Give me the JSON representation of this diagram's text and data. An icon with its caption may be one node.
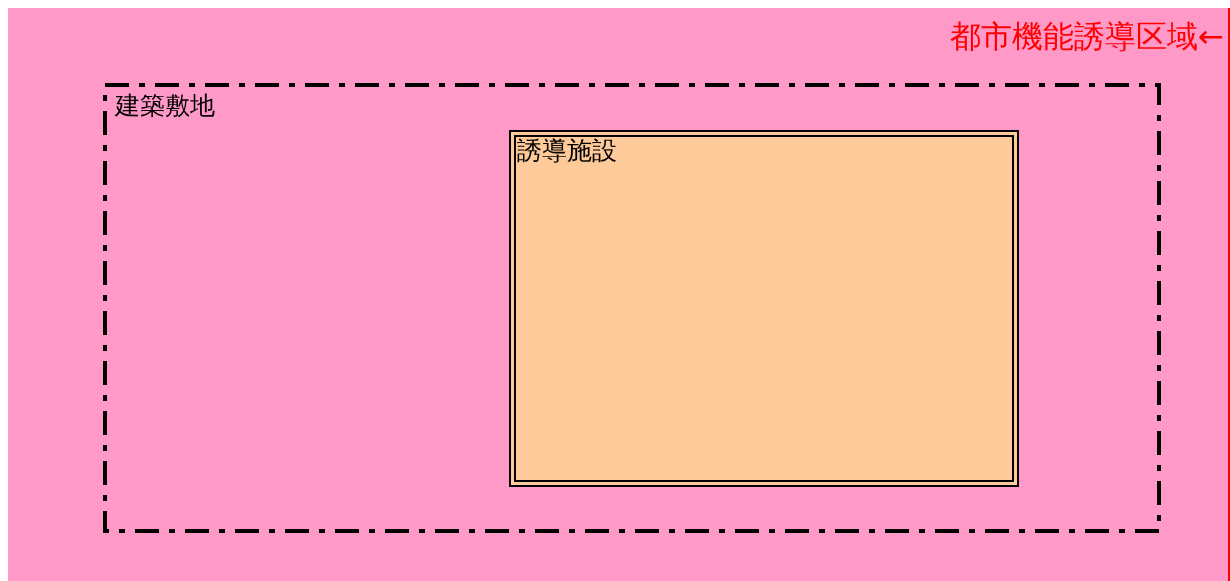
{
  "diagram": {
    "nodes": [
      {
        "text": [
          "都市機能誘導区域←"
        ]
      },
      {
        "text": [
          "建築敷地"
        ],
        "in": 0
      },
      {
        "text": [
          "誘導施設"
        ],
        "in": 1
      }
    ]
  }
}
